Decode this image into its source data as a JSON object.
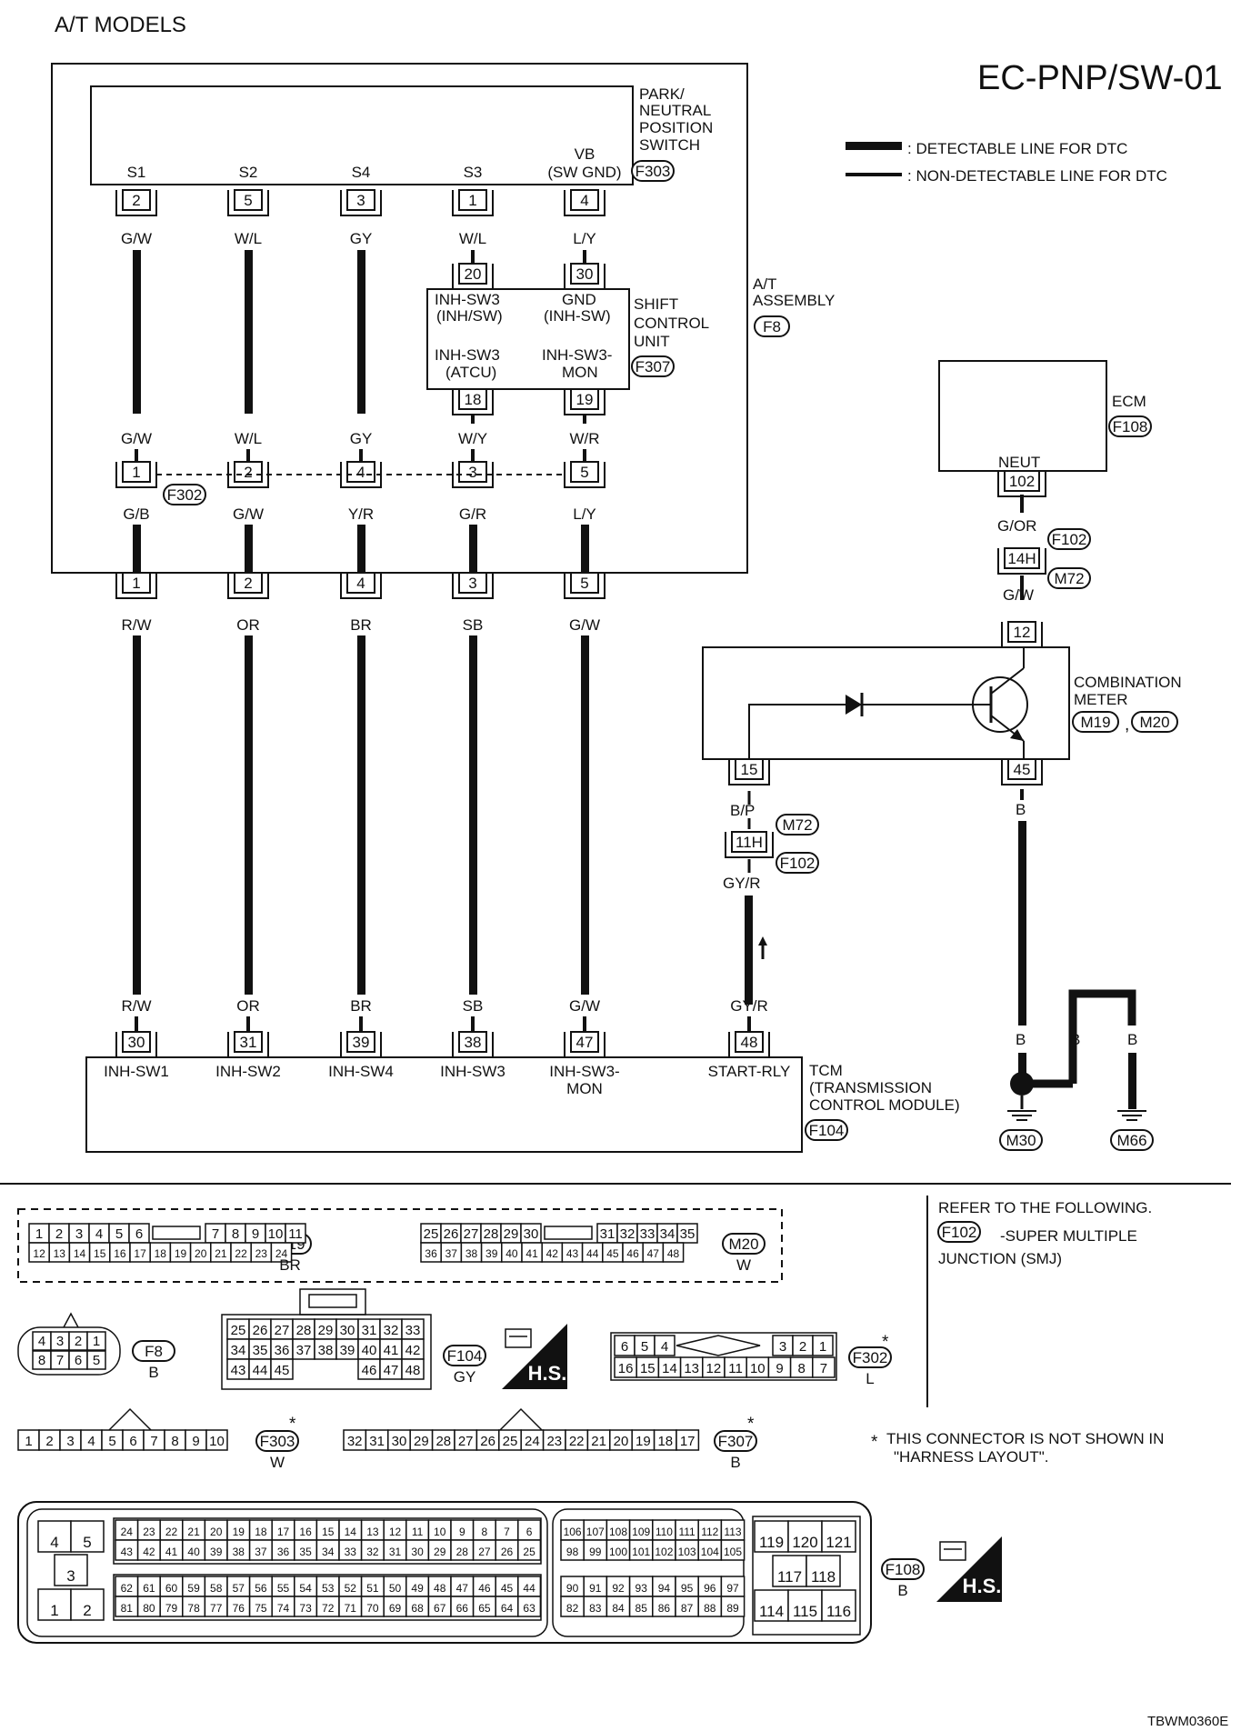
{
  "header": {
    "left_title": "A/T MODELS",
    "code": "EC-PNP/SW-01"
  },
  "legend": {
    "detectable": ": DETECTABLE LINE FOR DTC",
    "non_detectable": ": NON-DETECTABLE LINE FOR DTC"
  },
  "pnp_switch": {
    "label": [
      "PARK/",
      "NEUTRAL",
      "POSITION",
      "SWITCH"
    ],
    "connector": "F303",
    "terminals": [
      {
        "name": "S1",
        "pin": "2"
      },
      {
        "name": "S2",
        "pin": "5"
      },
      {
        "name": "S4",
        "pin": "3"
      },
      {
        "name": "S3",
        "pin": "1"
      },
      {
        "name": "VB",
        "name2": "(SW GND)",
        "pin": "4"
      }
    ]
  },
  "wires_upper": [
    "G/W",
    "W/L",
    "GY",
    "W/L",
    "L/Y"
  ],
  "shift_control_unit": {
    "label": [
      "SHIFT",
      "CONTROL",
      "UNIT"
    ],
    "connector": "F307",
    "pins_top": [
      "20",
      "30"
    ],
    "pins_bottom": [
      "18",
      "19"
    ],
    "labels": [
      [
        "INH-SW3",
        "(INH/SW)"
      ],
      [
        "GND",
        "(INH-SW)"
      ],
      [
        "INH-SW3",
        "(ATCU)"
      ],
      [
        "INH-SW3-",
        "MON"
      ]
    ]
  },
  "at_assembly": {
    "label": [
      "A/T",
      "ASSEMBLY"
    ],
    "connector": "F8"
  },
  "wires_mid_top": [
    "G/W",
    "W/L",
    "GY",
    "W/Y",
    "W/R"
  ],
  "f302": {
    "connector": "F302",
    "pins": [
      "1",
      "2",
      "4",
      "3",
      "5"
    ]
  },
  "wires_mid_bottom": [
    "G/B",
    "G/W",
    "Y/R",
    "G/R",
    "L/Y"
  ],
  "at_out_pins": [
    "1",
    "2",
    "4",
    "3",
    "5"
  ],
  "wires_lower": [
    "R/W",
    "OR",
    "BR",
    "SB",
    "G/W"
  ],
  "tcm": {
    "label": [
      "TCM",
      "(TRANSMISSION",
      " CONTROL MODULE)"
    ],
    "connector": "F104",
    "pins": [
      "30",
      "31",
      "39",
      "38",
      "47",
      "48"
    ],
    "wires": [
      "R/W",
      "OR",
      "BR",
      "SB",
      "G/W",
      "GY/R"
    ],
    "terminals": [
      "INH-SW1",
      "INH-SW2",
      "INH-SW4",
      "INH-SW3",
      "INH-SW3-",
      "START-RLY"
    ],
    "terminal_extra": "MON"
  },
  "ecm": {
    "label": "ECM",
    "connector": "F108",
    "terminal": "NEUT",
    "pin": "102"
  },
  "right_chain": {
    "wire1": "G/OR",
    "f102": "F102",
    "jpin": "14H",
    "m72": "M72",
    "wire2": "G/W",
    "pin12": "12"
  },
  "combination_meter": {
    "label": [
      "COMBINATION",
      "METER"
    ],
    "connectors": [
      "M19",
      "M20"
    ],
    "pin15": "15",
    "pin45": "45",
    "separator": ","
  },
  "left_chain": {
    "wire1": "B/P",
    "m72": "M72",
    "jpin": "11H",
    "f102": "F102",
    "wire2": "GY/R"
  },
  "ground": {
    "wire": "B",
    "connectors": [
      "M30",
      "M66"
    ]
  },
  "refer": {
    "line1": "REFER TO THE FOLLOWING.",
    "conn": "F102",
    "line2": "-SUPER MULTIPLE",
    "line3": "JUNCTION (SMJ)"
  },
  "note": {
    "star": "*",
    "text1": "THIS CONNECTOR IS NOT SHOWN IN",
    "text2": "\"HARNESS LAYOUT\"."
  },
  "connector_faces": {
    "m19": {
      "id": "M19",
      "color": "BR",
      "row1": [
        "1",
        "2",
        "3",
        "4",
        "5",
        "6",
        "7",
        "8",
        "9",
        "10",
        "11"
      ],
      "row2": [
        "12",
        "13",
        "14",
        "15",
        "16",
        "17",
        "18",
        "19",
        "20",
        "21",
        "22",
        "23",
        "24"
      ]
    },
    "m20": {
      "id": "M20",
      "color": "W",
      "row1": [
        "25",
        "26",
        "27",
        "28",
        "29",
        "30",
        "31",
        "32",
        "33",
        "34",
        "35"
      ],
      "row2": [
        "36",
        "37",
        "38",
        "39",
        "40",
        "41",
        "42",
        "43",
        "44",
        "45",
        "46",
        "47",
        "48"
      ]
    },
    "f8": {
      "id": "F8",
      "color": "B",
      "row1": [
        "4",
        "3",
        "2",
        "1"
      ],
      "row2": [
        "8",
        "7",
        "6",
        "5"
      ]
    },
    "f104": {
      "id": "F104",
      "color": "GY",
      "row1": [
        "25",
        "26",
        "27",
        "28",
        "29",
        "30",
        "31",
        "32",
        "33"
      ],
      "row2": [
        "34",
        "35",
        "36",
        "37",
        "38",
        "39",
        "40",
        "41",
        "42"
      ],
      "row3a": [
        "43",
        "44",
        "45"
      ],
      "row3b": [
        "46",
        "47",
        "48"
      ]
    },
    "f302": {
      "id": "F302",
      "color": "L",
      "row1a": [
        "6",
        "5",
        "4"
      ],
      "row1b": [
        "3",
        "2",
        "1"
      ],
      "row2": [
        "16",
        "15",
        "14",
        "13",
        "12",
        "11",
        "10",
        "9",
        "8",
        "7"
      ]
    },
    "f303": {
      "id": "F303",
      "color": "W",
      "row": [
        "1",
        "2",
        "3",
        "4",
        "5",
        "6",
        "7",
        "8",
        "9",
        "10"
      ]
    },
    "f307": {
      "id": "F307",
      "color": "B",
      "row": [
        "32",
        "31",
        "30",
        "29",
        "28",
        "27",
        "26",
        "25",
        "24",
        "23",
        "22",
        "21",
        "20",
        "19",
        "18",
        "17"
      ]
    },
    "f108": {
      "id": "F108",
      "color": "B",
      "small": [
        "4",
        "5",
        "3",
        "1",
        "2"
      ],
      "r1": [
        "24",
        "23",
        "22",
        "21",
        "20",
        "19",
        "18",
        "17",
        "16",
        "15",
        "14",
        "13",
        "12",
        "11",
        "10",
        "9",
        "8",
        "7",
        "6"
      ],
      "r2": [
        "43",
        "42",
        "41",
        "40",
        "39",
        "38",
        "37",
        "36",
        "35",
        "34",
        "33",
        "32",
        "31",
        "30",
        "29",
        "28",
        "27",
        "26",
        "25"
      ],
      "r3": [
        "62",
        "61",
        "60",
        "59",
        "58",
        "57",
        "56",
        "55",
        "54",
        "53",
        "52",
        "51",
        "50",
        "49",
        "48",
        "47",
        "46",
        "45",
        "44"
      ],
      "r4": [
        "81",
        "80",
        "79",
        "78",
        "77",
        "76",
        "75",
        "74",
        "73",
        "72",
        "71",
        "70",
        "69",
        "68",
        "67",
        "66",
        "65",
        "64",
        "63"
      ],
      "m1": [
        "106",
        "107",
        "108",
        "109",
        "110",
        "111",
        "112",
        "113"
      ],
      "m2": [
        "98",
        "99",
        "100",
        "101",
        "102",
        "103",
        "104",
        "105"
      ],
      "m3": [
        "90",
        "91",
        "92",
        "93",
        "94",
        "95",
        "96",
        "97"
      ],
      "m4": [
        "82",
        "83",
        "84",
        "85",
        "86",
        "87",
        "88",
        "89"
      ],
      "rb1": [
        "119",
        "120",
        "121"
      ],
      "rb2": [
        "117",
        "118"
      ],
      "rb3": [
        "114",
        "115",
        "116"
      ]
    }
  },
  "hs_label": "H.S.",
  "footer": "TBWM0360E"
}
